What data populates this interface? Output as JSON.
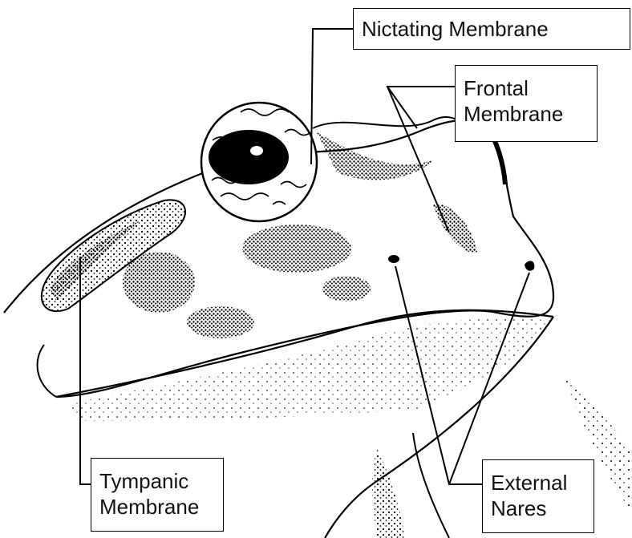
{
  "labels": {
    "nictating_membrane": "Nictating Membrane",
    "frontal_membrane": "Frontal\nMembrane",
    "tympanic_membrane": "Tympanic\nMembrane",
    "external_nares": "External\nNares"
  },
  "colors": {
    "ink": "#000000",
    "paper": "#ffffff"
  }
}
